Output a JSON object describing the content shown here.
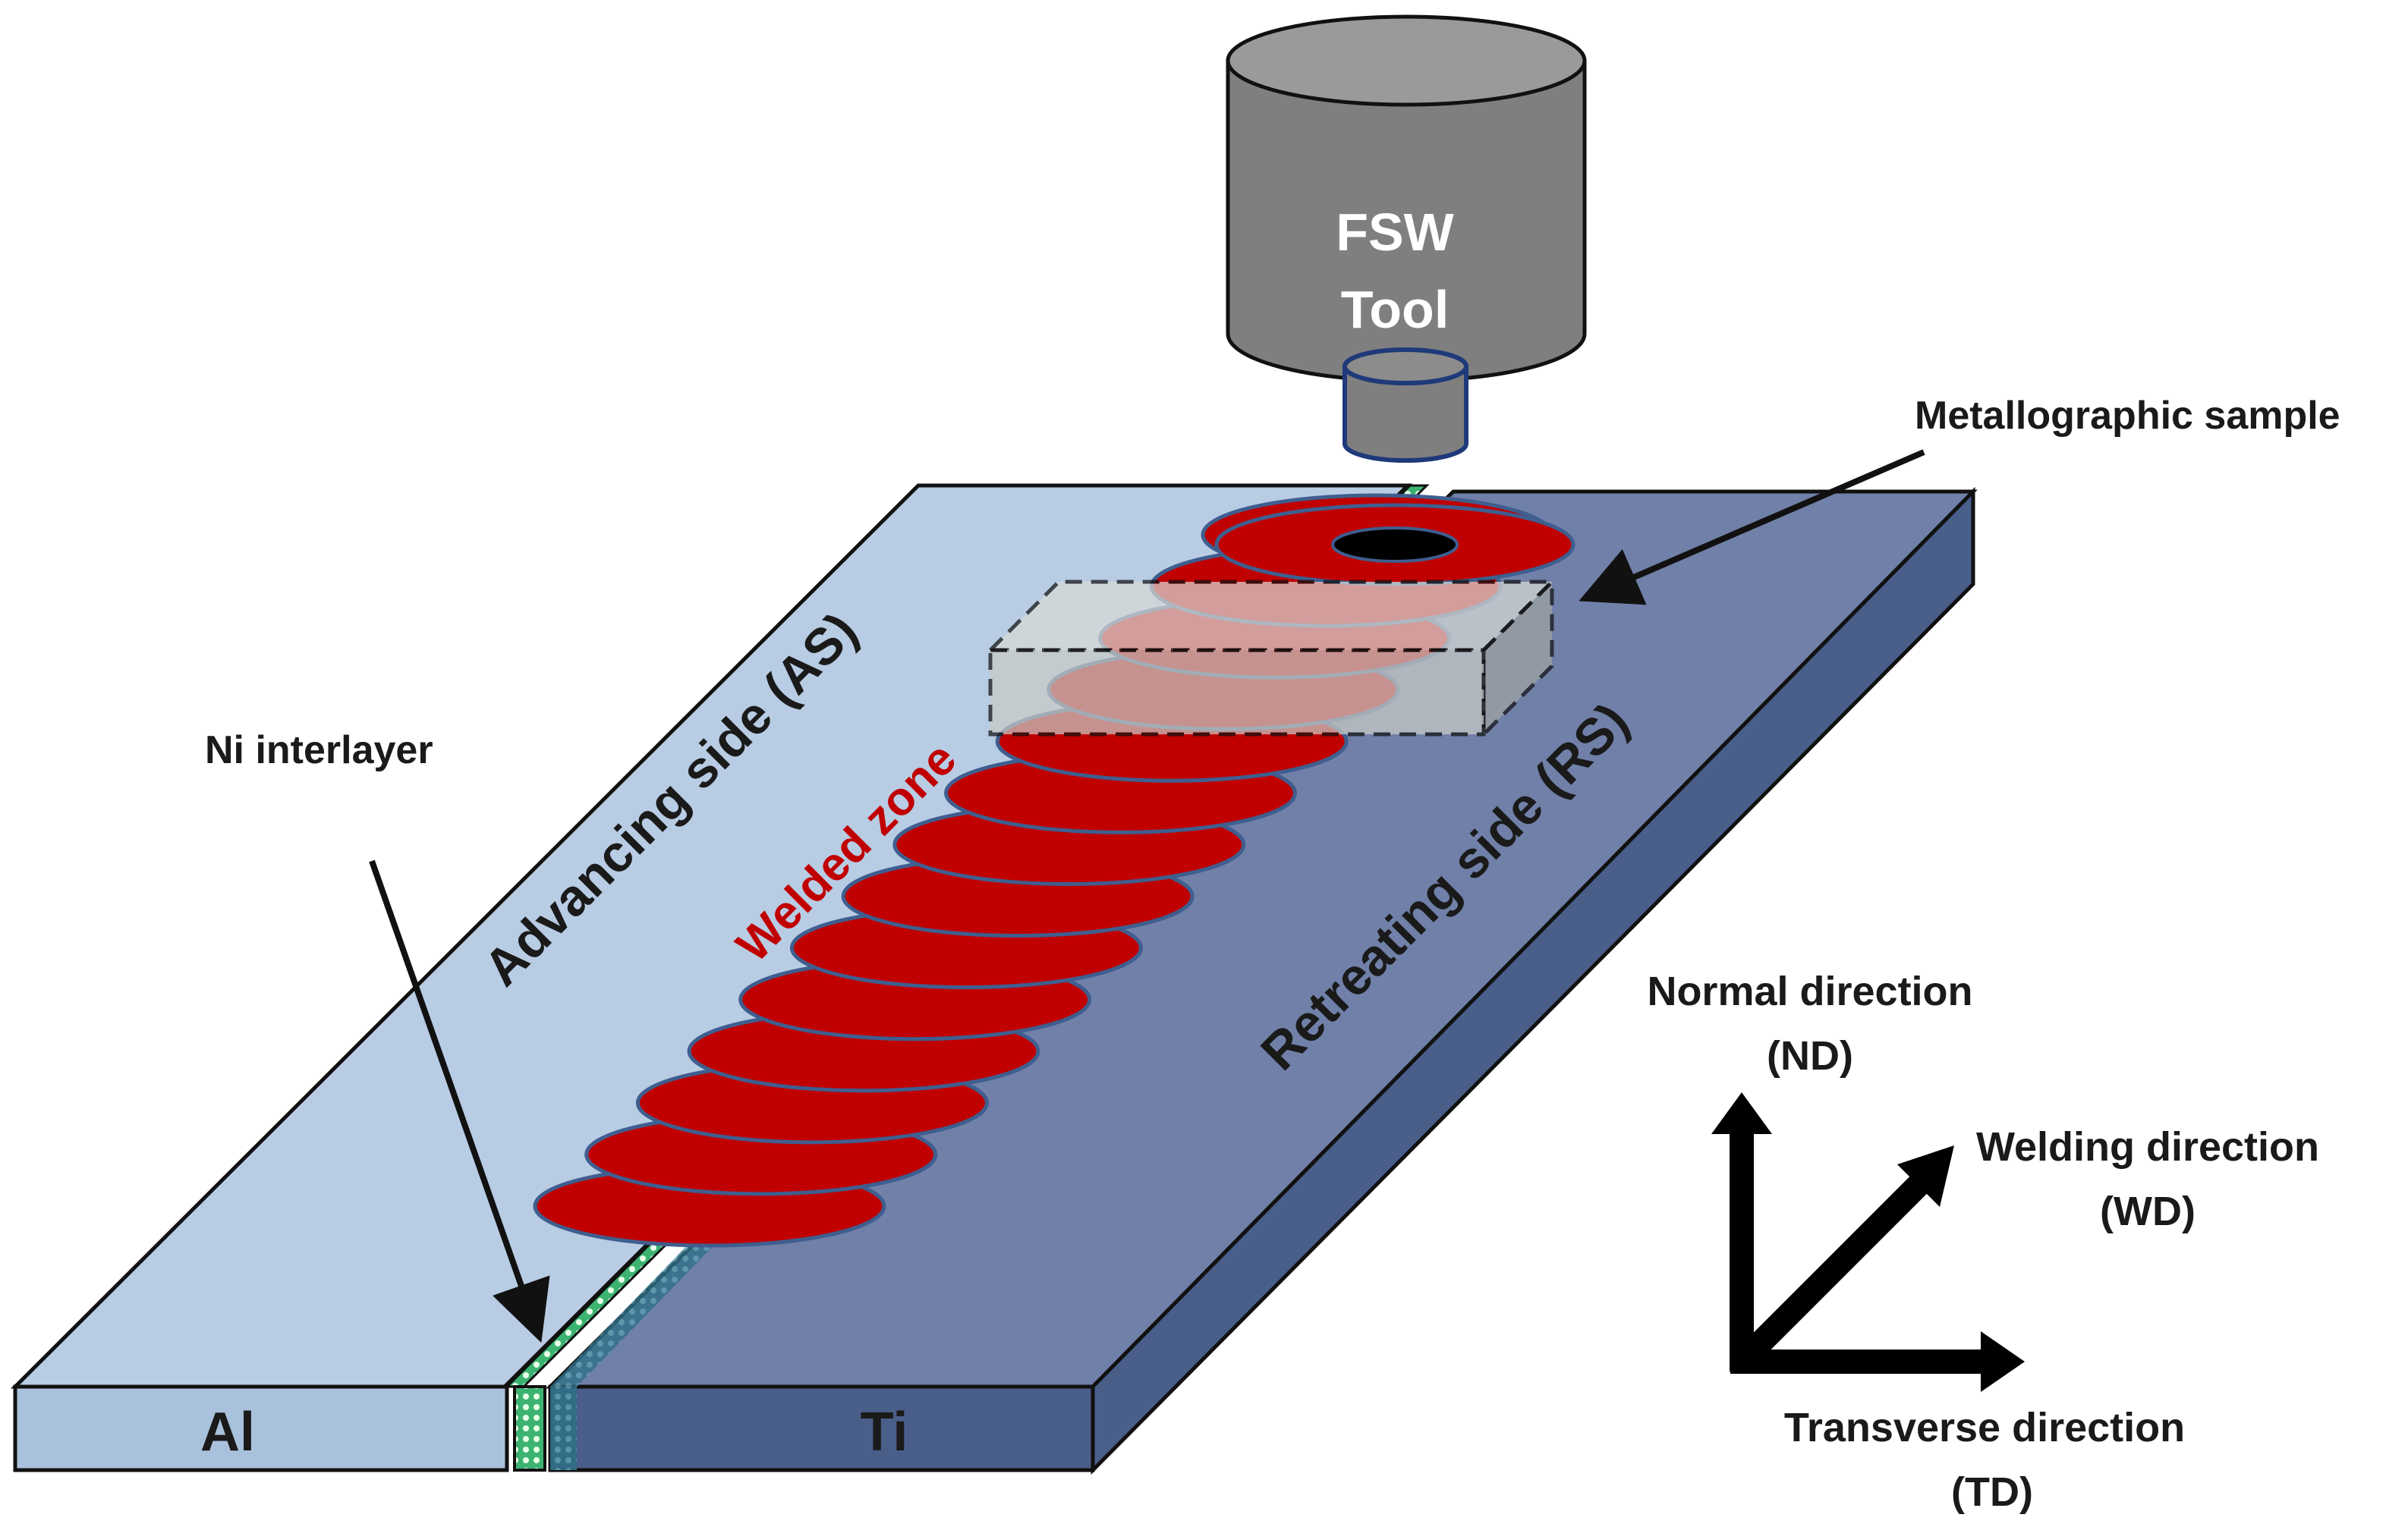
{
  "tool": {
    "line1": "FSW",
    "line2": "Tool"
  },
  "labels": {
    "metallographic_sample": "Metallographic sample",
    "ni_interlayer": "Ni interlayer",
    "advancing_side": "Advancing side (AS)",
    "retreating_side": "Retreating  side (RS)",
    "welded_zone": "Welded zone",
    "al": "Al",
    "ti": "Ti"
  },
  "axes": {
    "normal_line1": "Normal direction",
    "normal_line2": "(ND)",
    "welding_line1": "Welding direction",
    "welding_line2": "(WD)",
    "transverse_line1": "Transverse direction",
    "transverse_line2": "(TD)"
  },
  "colors": {
    "al_plate": "#b8cce4",
    "ti_plate_top": "#7080a8",
    "ti_plate_front": "#4a5e8a",
    "ti_plate_side": "#3f4f7a",
    "ni_interlayer": "#3cb371",
    "weld_red": "#c00000",
    "weld_outline": "#3f5e8f",
    "tool_gray": "#808080",
    "sample_fill": "#d8d8d8",
    "text_dark": "#1a1a1a",
    "text_red": "#c00000",
    "text_white": "#ffffff"
  }
}
